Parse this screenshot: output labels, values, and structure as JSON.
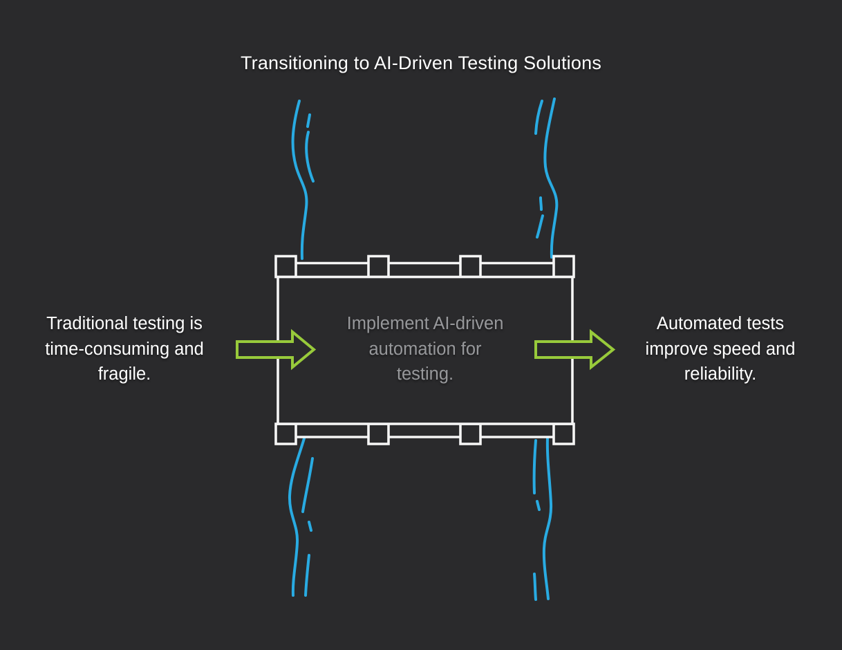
{
  "title": "Transitioning to AI-Driven Testing Solutions",
  "left_note": {
    "lines": [
      "Traditional testing is",
      "time-consuming and",
      "fragile."
    ]
  },
  "machine": {
    "icon": "conveyor-machine-icon",
    "label_lines": [
      "Implement AI-driven",
      "automation for",
      "testing."
    ]
  },
  "right_note": {
    "lines": [
      "Automated tests",
      "improve speed and",
      "reliability."
    ]
  },
  "arrows": {
    "left_icon": "arrow-right-outline-icon",
    "right_icon": "arrow-right-outline-icon"
  },
  "streams": {
    "icon": "wavy-flow-lines-icon",
    "count": 4
  },
  "colors": {
    "background": "#2a2a2c",
    "stroke": "#f5f5f5",
    "text_white": "#ffffff",
    "text_gray": "#97989b",
    "accent_green": "#98ca3b",
    "accent_blue": "#29abe2"
  }
}
